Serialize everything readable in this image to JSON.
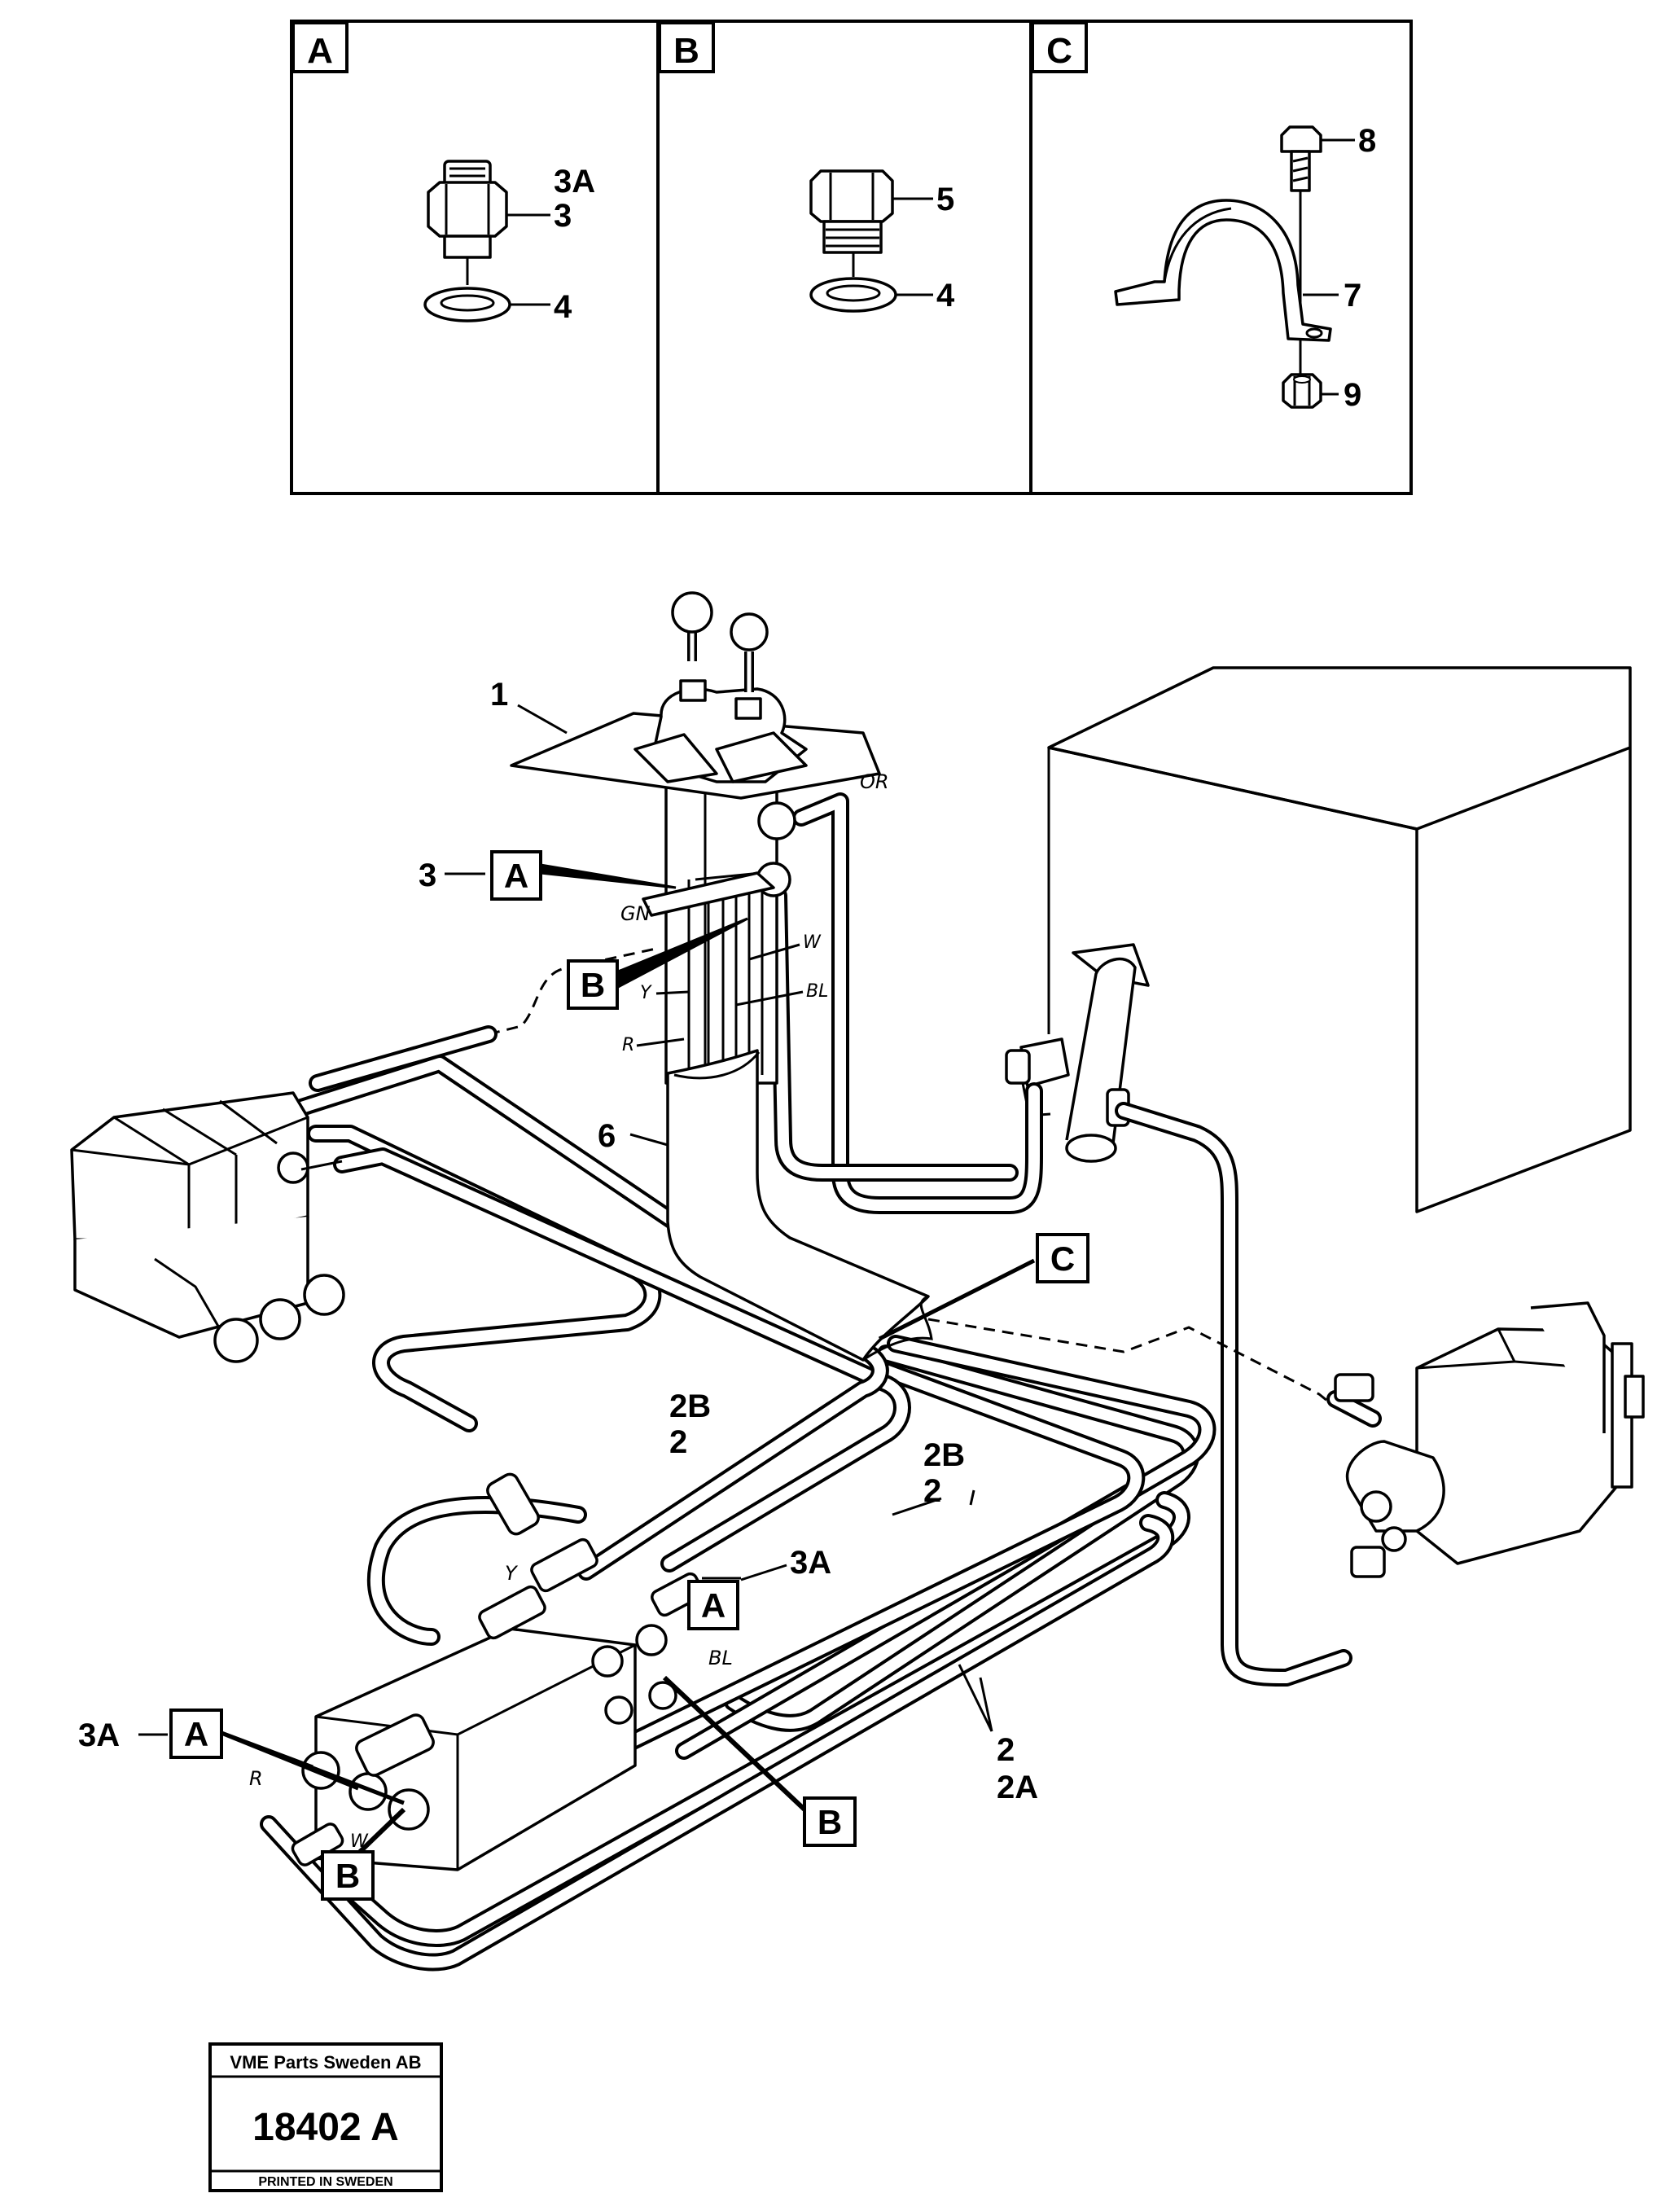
{
  "detail_panels": [
    {
      "id": "A",
      "callouts": [
        "3A",
        "3",
        "4"
      ]
    },
    {
      "id": "B",
      "callouts": [
        "5",
        "4"
      ]
    },
    {
      "id": "C",
      "callouts": [
        "8",
        "7",
        "9"
      ]
    }
  ],
  "main_callouts": {
    "valve": "1",
    "fitting": "3",
    "ref_a": "A",
    "ref_b": "B",
    "ref_c": "C",
    "sleeve": "6",
    "hose_2b_left": "2B",
    "hose_2_left": "2",
    "hose_2b_right": "2B",
    "hose_2_right": "2",
    "fitting_3a_mid": "3A",
    "fitting_3a_left": "3A",
    "hose_2_lower": "2",
    "hose_2a_lower": "2A"
  },
  "hose_color_codes": {
    "or": "OR",
    "gn": "GN",
    "w_top": "W",
    "y_top": "Y",
    "bl_top": "BL",
    "r_top": "R",
    "y_bottom": "Y",
    "bl_bottom": "BL",
    "r_bottom": "R",
    "w_bottom": "W"
  },
  "title_block": {
    "company": "VME Parts Sweden AB",
    "number": "18402 A",
    "printed": "PRINTED IN SWEDEN"
  }
}
